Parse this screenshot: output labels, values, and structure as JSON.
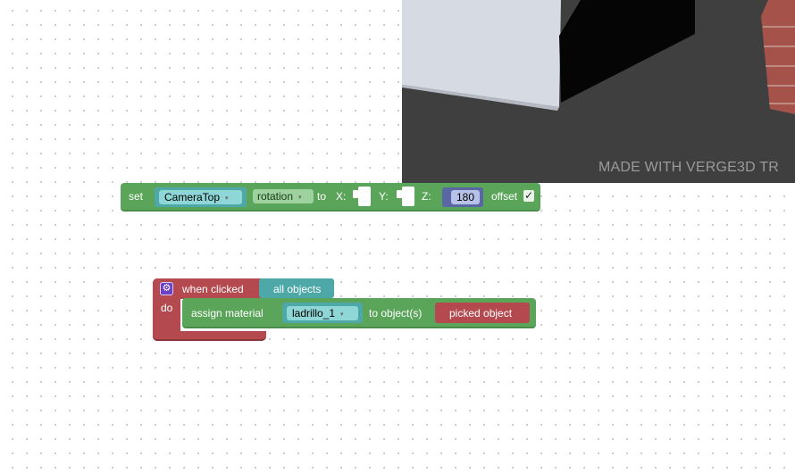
{
  "viewport": {
    "watermark": "MADE WITH VERGE3D TR"
  },
  "colors": {
    "motion_block": "#5ba55b",
    "event_block": "#b44a4f",
    "object_block": "#4fa8a8",
    "math_block": "#5b67a5",
    "field_teal": "#8fd6d6",
    "field_green": "#9dd19d",
    "puppet_purple": "#6c3fc4"
  },
  "set_block": {
    "set_label": "set",
    "object_value": "CameraTop",
    "property_value": "rotation",
    "to_label": "to",
    "x_label": "X:",
    "y_label": "Y:",
    "z_label": "Z:",
    "z_value": "180",
    "offset_label": "offset",
    "offset_checked": true,
    "check_glyph": "✓"
  },
  "event_block": {
    "when_label": "when clicked",
    "target_value": "all objects",
    "do_label": "do",
    "gear_glyph": "⚙",
    "assign": {
      "assign_label": "assign material",
      "material_value": "ladrillo_1",
      "to_label": "to object(s)",
      "picked_label": "picked object"
    }
  },
  "dropdown_arrow": "▾"
}
